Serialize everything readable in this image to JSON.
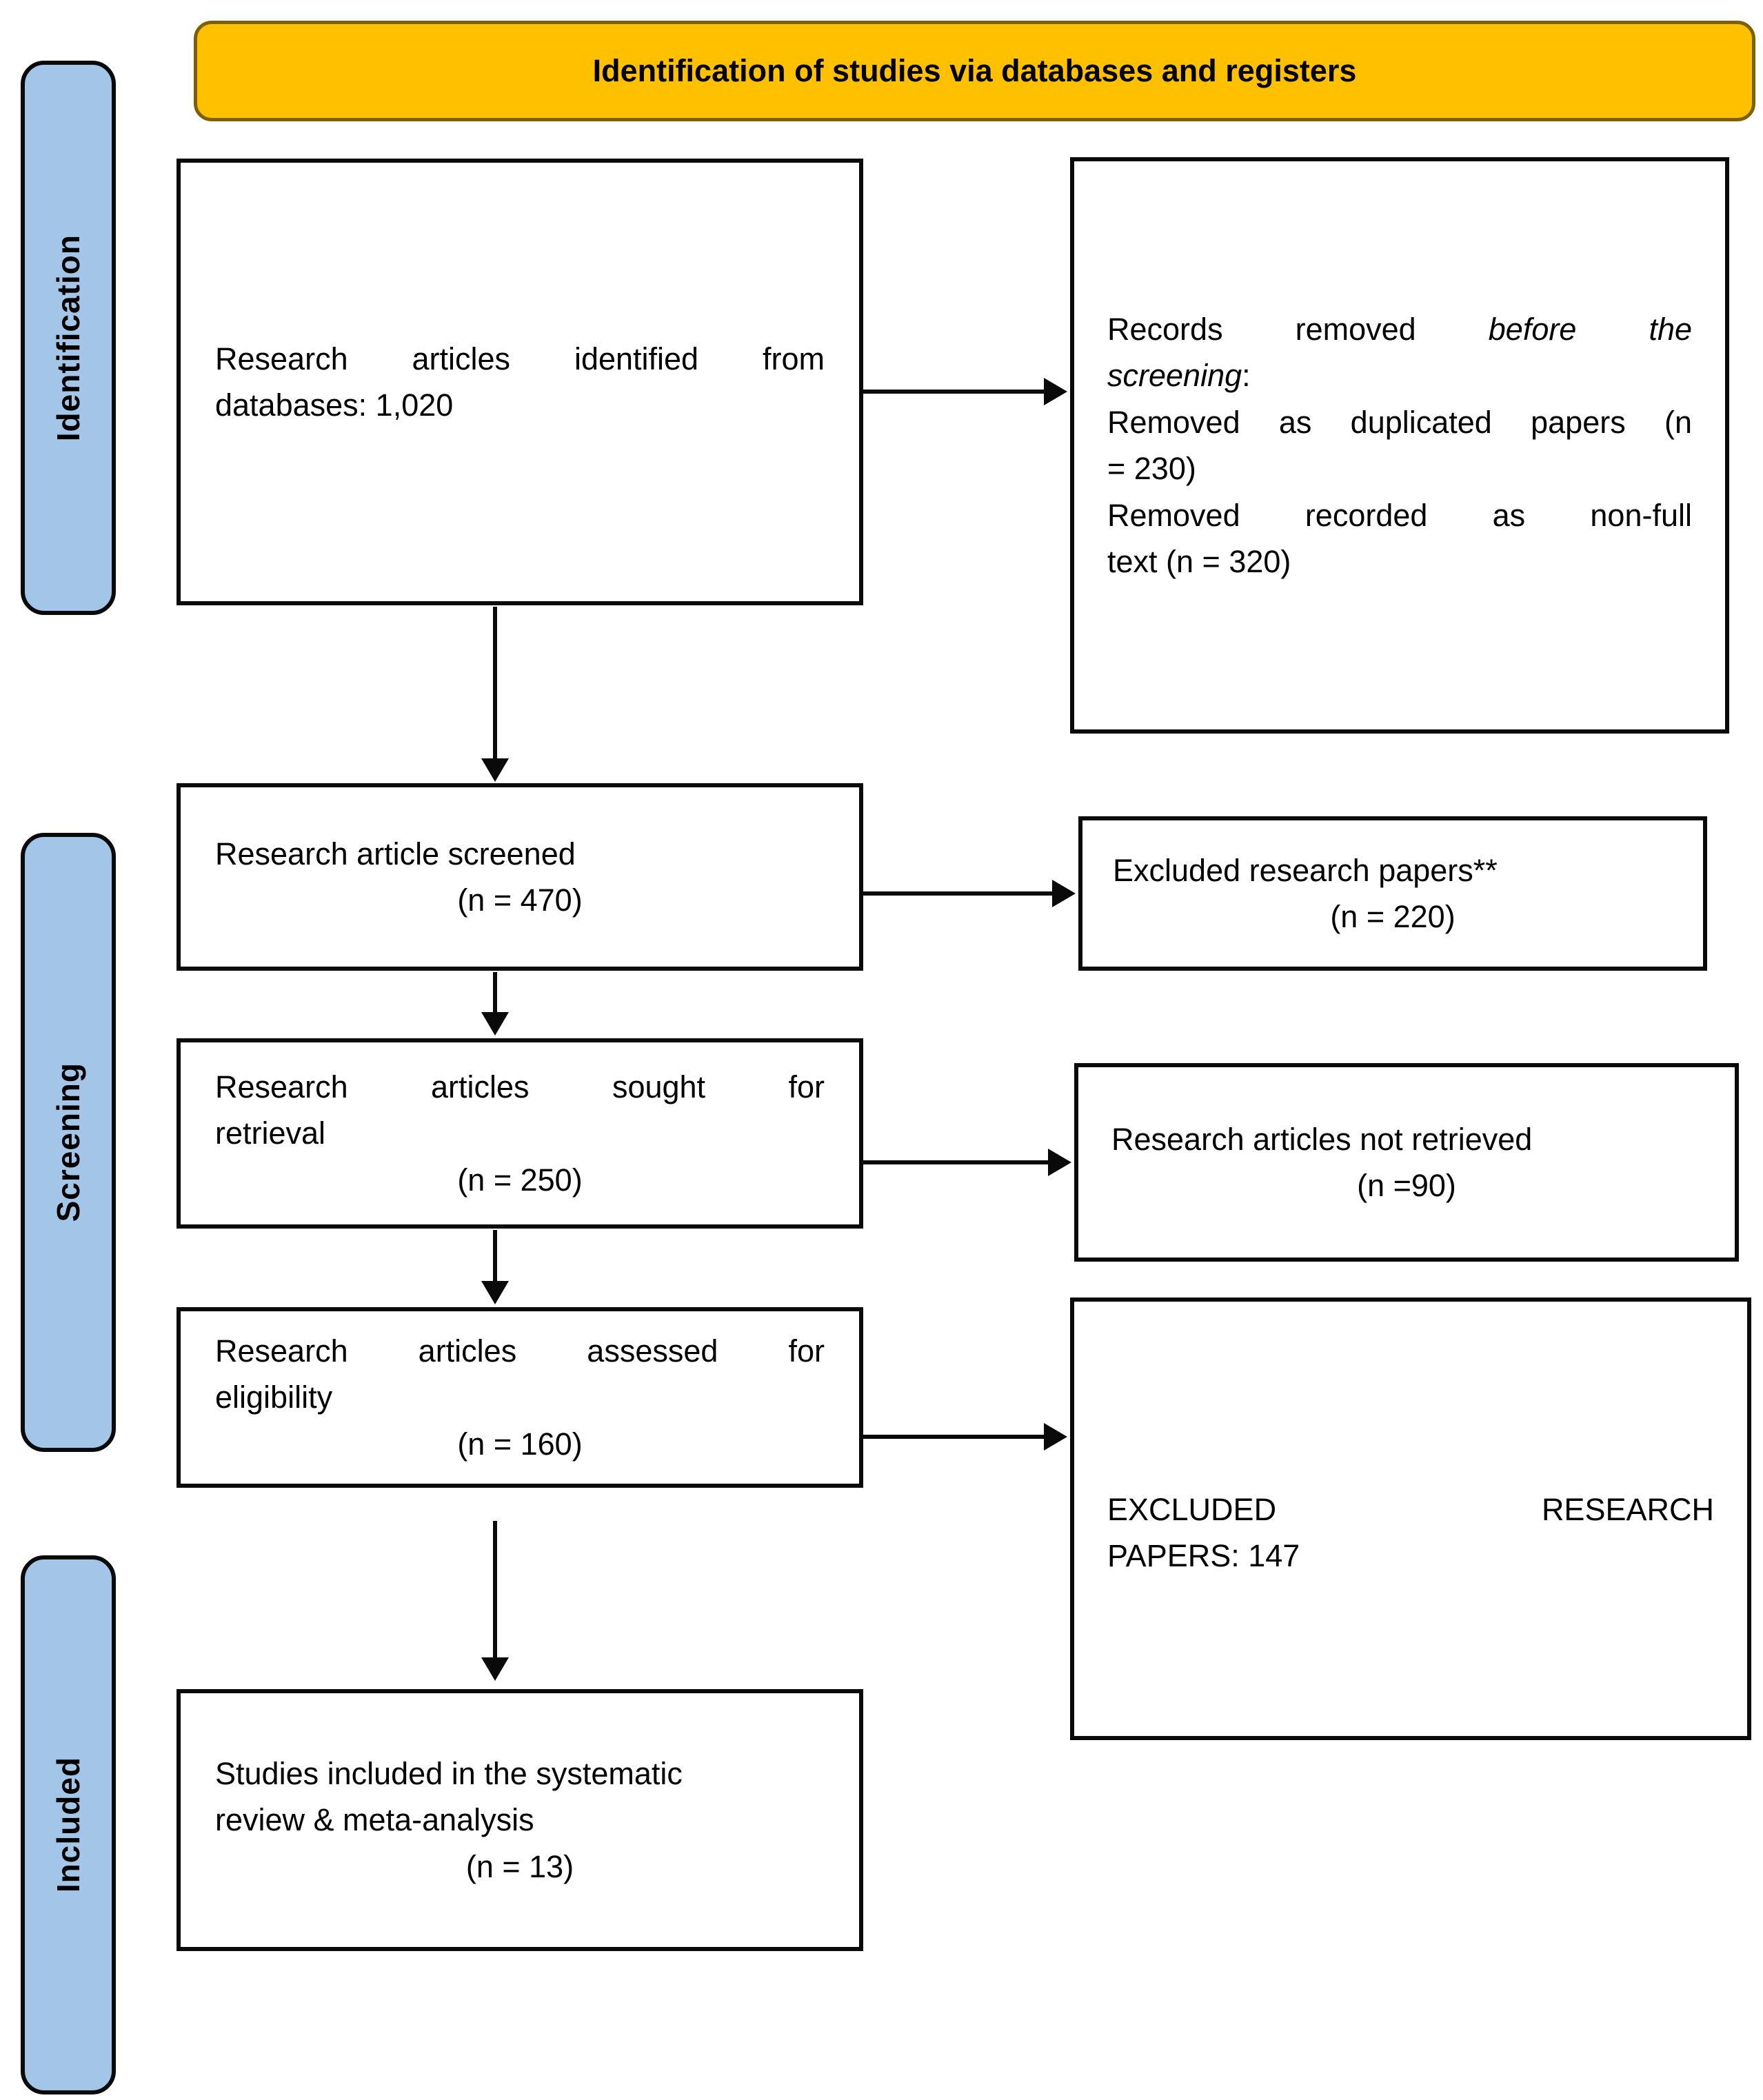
{
  "banner": {
    "title": "Identification of studies via databases and registers"
  },
  "sidebar": {
    "identification": "Identification",
    "screening": "Screening",
    "included": "Included"
  },
  "colors": {
    "banner_fill": "#FFC000",
    "banner_border": "#7E6000",
    "stage_fill": "#A3C6E8",
    "box_border": "#0A0A0A"
  },
  "boxes": {
    "identified": {
      "line1": "Research articles identified from",
      "line2": "databases: 1,020"
    },
    "records_removed": {
      "line1_normal": "Records removed ",
      "line1_italic": "before the",
      "line2_italic": "screening",
      "line2_normal": ":",
      "line3": "Removed as duplicated papers (n",
      "line4": "= 230)",
      "line5": "Removed recorded as non-full",
      "line6": "text (n = 320)"
    },
    "screened": {
      "line1": "Research article screened",
      "line2": "(n = 470)"
    },
    "excluded_screening": {
      "line1": "Excluded research papers**",
      "line2": "(n = 220)"
    },
    "sought": {
      "line1": "Research articles sought for",
      "line2": "retrieval",
      "line3": "(n = 250)"
    },
    "not_retrieved": {
      "line1": "Research articles not retrieved",
      "line2": "(n =90)"
    },
    "assessed": {
      "line1": "Research articles assessed for",
      "line2": "eligibility",
      "line3": "(n = 160)"
    },
    "excluded_eligibility": {
      "line1": "EXCLUDED RESEARCH",
      "line2": "PAPERS: 147"
    },
    "included_final": {
      "line1": "Studies included in the systematic",
      "line2": "review & meta-analysis",
      "line3": "(n = 13)"
    }
  }
}
